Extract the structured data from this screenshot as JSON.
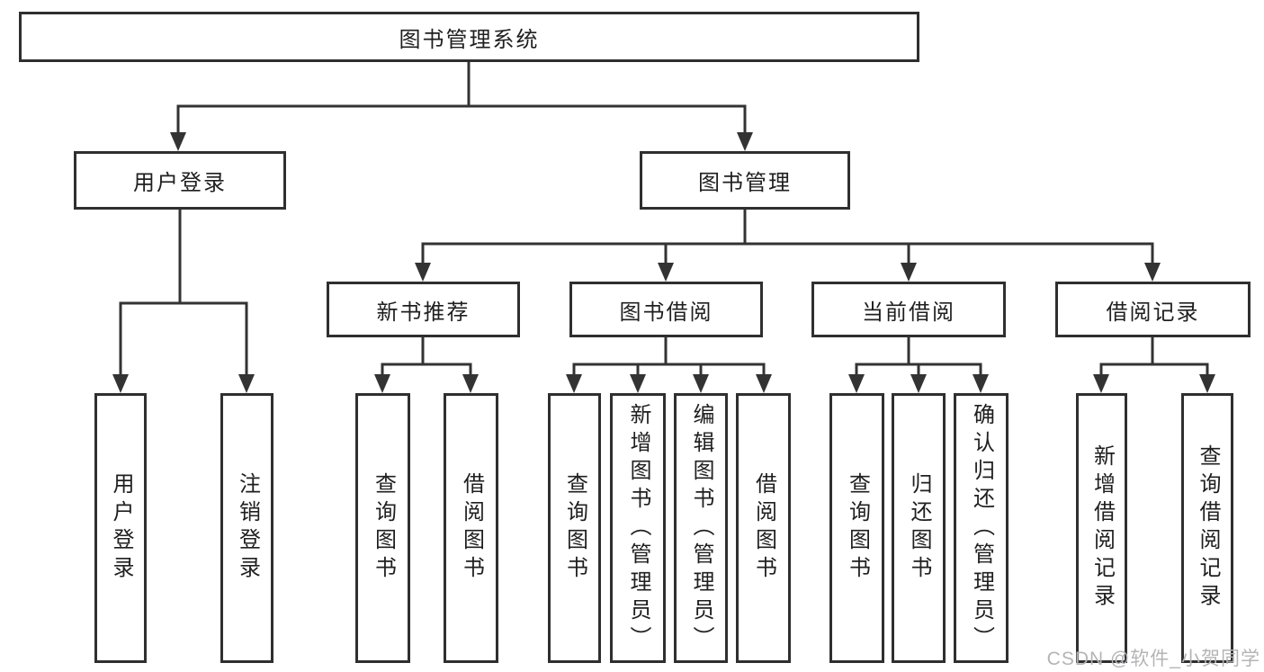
{
  "tree": {
    "root": {
      "label": "图书管理系统"
    },
    "branches": [
      {
        "label": "用户登录",
        "children": [
          {
            "label": "用户登录"
          },
          {
            "label": "注销登录"
          }
        ]
      },
      {
        "label": "图书管理",
        "children": [
          {
            "label": "新书推荐",
            "children": [
              {
                "label": "查询图书"
              },
              {
                "label": "借阅图书"
              }
            ]
          },
          {
            "label": "图书借阅",
            "children": [
              {
                "label": "查询图书"
              },
              {
                "label": "新增图书（管理员）"
              },
              {
                "label": "编辑图书（管理员）"
              },
              {
                "label": "借阅图书"
              }
            ]
          },
          {
            "label": "当前借阅",
            "children": [
              {
                "label": "查询图书"
              },
              {
                "label": "归还图书"
              },
              {
                "label": "确认归还（管理员）"
              }
            ]
          },
          {
            "label": "借阅记录",
            "children": [
              {
                "label": "新增借阅记录"
              },
              {
                "label": "查询借阅记录"
              }
            ]
          }
        ]
      }
    ]
  },
  "watermark": {
    "text": "CSDN @软件_小贺同学"
  },
  "colors": {
    "line": "#333333",
    "box_border": "#2f2f2f",
    "text": "#1f1f1f",
    "background": "#ffffff",
    "watermark": "#b4b4b8"
  }
}
